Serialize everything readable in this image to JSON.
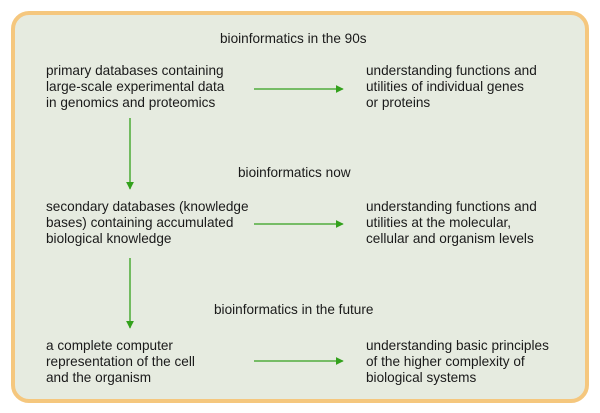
{
  "eras": [
    {
      "heading": "bioinformatics in the 90s",
      "source_lines": [
        "primary databases containing",
        "large-scale experimental data",
        "in genomics and proteomics"
      ],
      "target_lines": [
        "understanding functions and",
        "utilities of individual genes",
        "or proteins"
      ]
    },
    {
      "heading": "bioinformatics now",
      "source_lines": [
        "secondary databases (knowledge",
        "bases) containing accumulated",
        "biological knowledge"
      ],
      "target_lines": [
        "understanding functions and",
        "utilities at the molecular,",
        "cellular and organism levels"
      ]
    },
    {
      "heading": "bioinformatics in the future",
      "source_lines": [
        "a complete computer",
        "representation of the cell",
        "and the organism"
      ],
      "target_lines": [
        "understanding basic principles",
        "of the higher complexity of",
        "biological systems"
      ]
    }
  ],
  "colors": {
    "background": "#e6ebe0",
    "border": "#f5c77e",
    "arrow": "#33a11c",
    "text": "#1a1a1a"
  }
}
